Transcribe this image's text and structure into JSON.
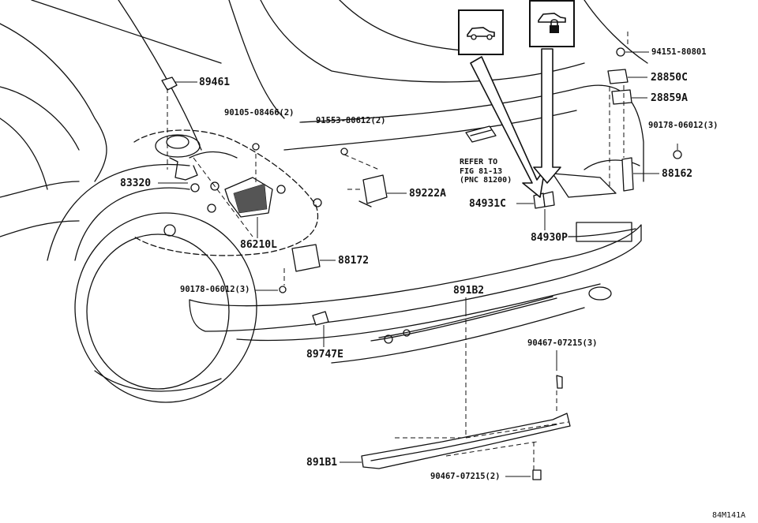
{
  "diagram_code": "84M141A",
  "reference_note": {
    "line1": "REFER TO",
    "line2": "FIG 81-13",
    "line3": "(PNC 81200)"
  },
  "icons": {
    "left": "vehicle-side-icon",
    "right": "vehicle-lock-icon"
  },
  "parts": [
    {
      "id": "p1",
      "label": "89461"
    },
    {
      "id": "p2",
      "label": "90105-08466(2)"
    },
    {
      "id": "p3",
      "label": "91553-80612(2)"
    },
    {
      "id": "p4",
      "label": "83320"
    },
    {
      "id": "p5",
      "label": "86210L"
    },
    {
      "id": "p6",
      "label": "89222A"
    },
    {
      "id": "p7",
      "label": "88172"
    },
    {
      "id": "p8",
      "label": "90178-06012(3)"
    },
    {
      "id": "p9",
      "label": "89747E"
    },
    {
      "id": "p10",
      "label": "84931C"
    },
    {
      "id": "p11",
      "label": "84930P"
    },
    {
      "id": "p12",
      "label": "891B2"
    },
    {
      "id": "p13",
      "label": "94151-80801"
    },
    {
      "id": "p14",
      "label": "28850C"
    },
    {
      "id": "p15",
      "label": "28859A"
    },
    {
      "id": "p16",
      "label": "90178-06012(3)"
    },
    {
      "id": "p17",
      "label": "88162"
    },
    {
      "id": "p18",
      "label": "90467-07215(3)"
    },
    {
      "id": "p19",
      "label": "891B1"
    },
    {
      "id": "p20",
      "label": "90467-07215(2)"
    }
  ]
}
